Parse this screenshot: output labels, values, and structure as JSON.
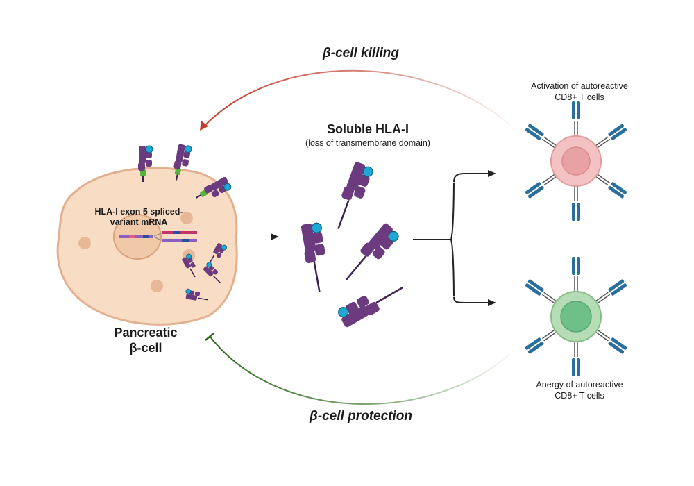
{
  "labels": {
    "killing": "β-cell killing",
    "protection": "β-cell protection",
    "soluble_title": "Soluble HLA-I",
    "soluble_sub": "(loss of transmembrane domain)",
    "mrna_line1": "HLA-I exon 5 spliced-",
    "mrna_line2": "variant mRNA",
    "cell_line1": "Pancreatic",
    "cell_line2": "β-cell",
    "activation_line1": "Activation of autoreactive",
    "activation_line2": "CD8+ T cells",
    "anergy_line1": "Anergy of autoreactive",
    "anergy_line2": "CD8+ T cells"
  },
  "colors": {
    "killing_arrow": "#c0392b",
    "protection_arrow": "#2e6b1f",
    "beta_cell_fill": "#f8dcc4",
    "beta_cell_stroke": "#e2b08f",
    "hla_purple": "#6b3a7f",
    "peptide_cyan": "#1fa7d6",
    "active_tcell": "#f4c2c2",
    "anergic_tcell": "#b5dcb5",
    "tcr_blue": "#2b6f9c"
  }
}
